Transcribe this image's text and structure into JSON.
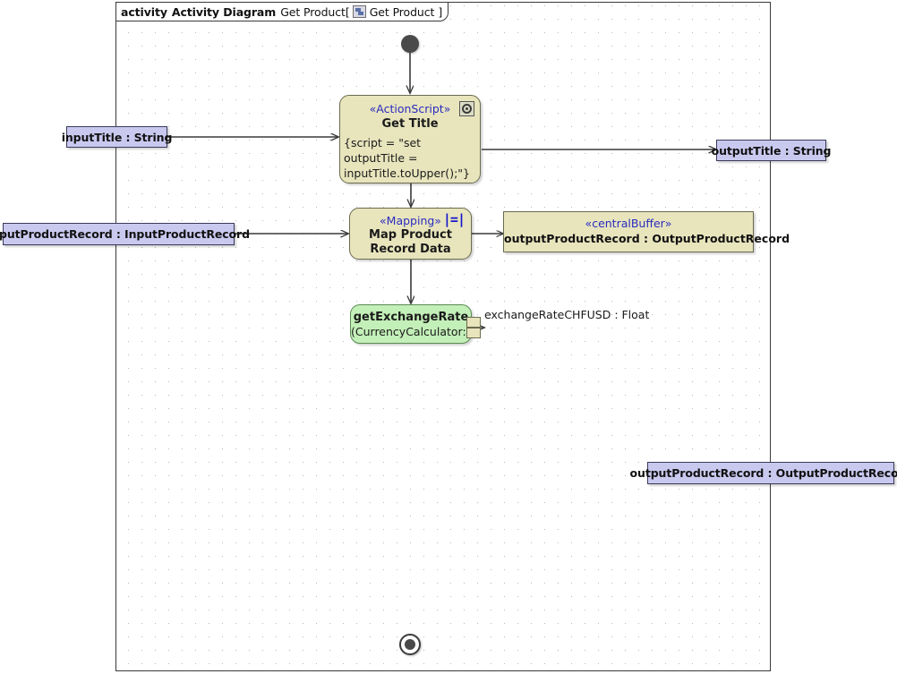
{
  "frame": {
    "kind": "activity",
    "type_label": "Activity Diagram",
    "name": "Get Product",
    "bracket_open": "[",
    "context_icon": "diagram-icon",
    "context_name": "Get Product",
    "bracket_close": "]"
  },
  "nodes": {
    "initial": {
      "name": "initial-node"
    },
    "final": {
      "name": "activity-final-node"
    },
    "get_title": {
      "stereotype": "«ActionScript»",
      "name": "Get Title",
      "script_lines": [
        "{script = \"set",
        "outputTitle =",
        "inputTitle.toUpper();\"}"
      ],
      "icon": "gear-icon"
    },
    "map_product": {
      "stereotype": "«Mapping»",
      "name_line_1": "Map Product",
      "name_line_2": "Record Data",
      "icon": "mapping-icon"
    },
    "get_exchange_rate": {
      "name": "getExchangeRate",
      "sub": "(CurrencyCalculator::)",
      "pin_label": "exchangeRateCHFUSD : Float"
    },
    "central_buffer": {
      "stereotype": "«centralBuffer»",
      "label": "outputProductRecord : OutputProductRecord"
    }
  },
  "parameters": {
    "input_title": "inputTitle : String",
    "input_product_record": "inputProductRecord : InputProductRecord",
    "output_title": "outputTitle : String",
    "output_product_record": "outputProductRecord : OutputProductRecord"
  },
  "colors": {
    "action_fill": "#e8e5bd",
    "action_border": "#6b6b4f",
    "call_behavior_fill": "#c3efb8",
    "parameter_fill": "#c9c9f0",
    "parameter_border": "#3a3a5a",
    "stereotype_text": "#2b2bc0",
    "edge": "#3a3a3a",
    "frame_border": "#3a3a3a",
    "canvas": "#ffffff"
  }
}
